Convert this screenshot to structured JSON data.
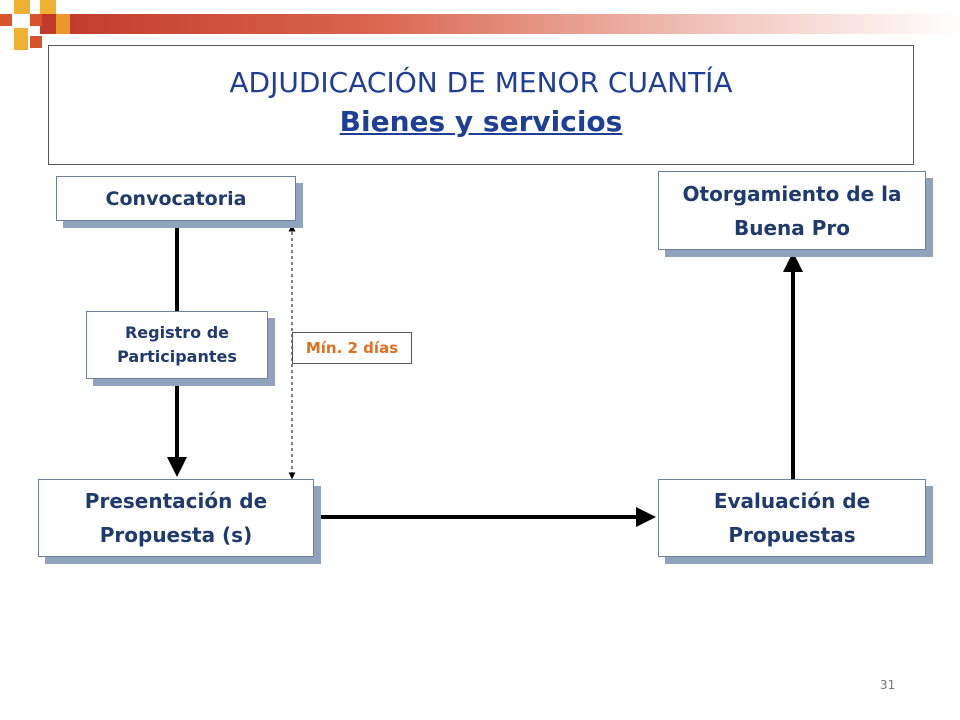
{
  "slide": {
    "title": "ADJUDICACIÓN DE MENOR CUANTÍA",
    "subtitle": "Bienes y servicios",
    "page_number": "31"
  },
  "nodes": {
    "convocatoria": {
      "lines": [
        "Convocatoria"
      ]
    },
    "registro": {
      "lines": [
        "Registro de",
        "Participantes"
      ]
    },
    "presentacion": {
      "lines": [
        "Presentación de",
        "Propuesta (s)"
      ]
    },
    "evaluacion": {
      "lines": [
        "Evaluación de",
        "Propuestas"
      ]
    },
    "otorgamiento": {
      "lines": [
        "Otorgamiento de la",
        "Buena Pro"
      ]
    }
  },
  "annotation": {
    "min_days": "Mín. 2 días"
  },
  "colors": {
    "title": "#1f3e95",
    "node_text": "#1f3b6e",
    "node_shadow": "#8fa3bd",
    "annotation": "#e07020"
  }
}
